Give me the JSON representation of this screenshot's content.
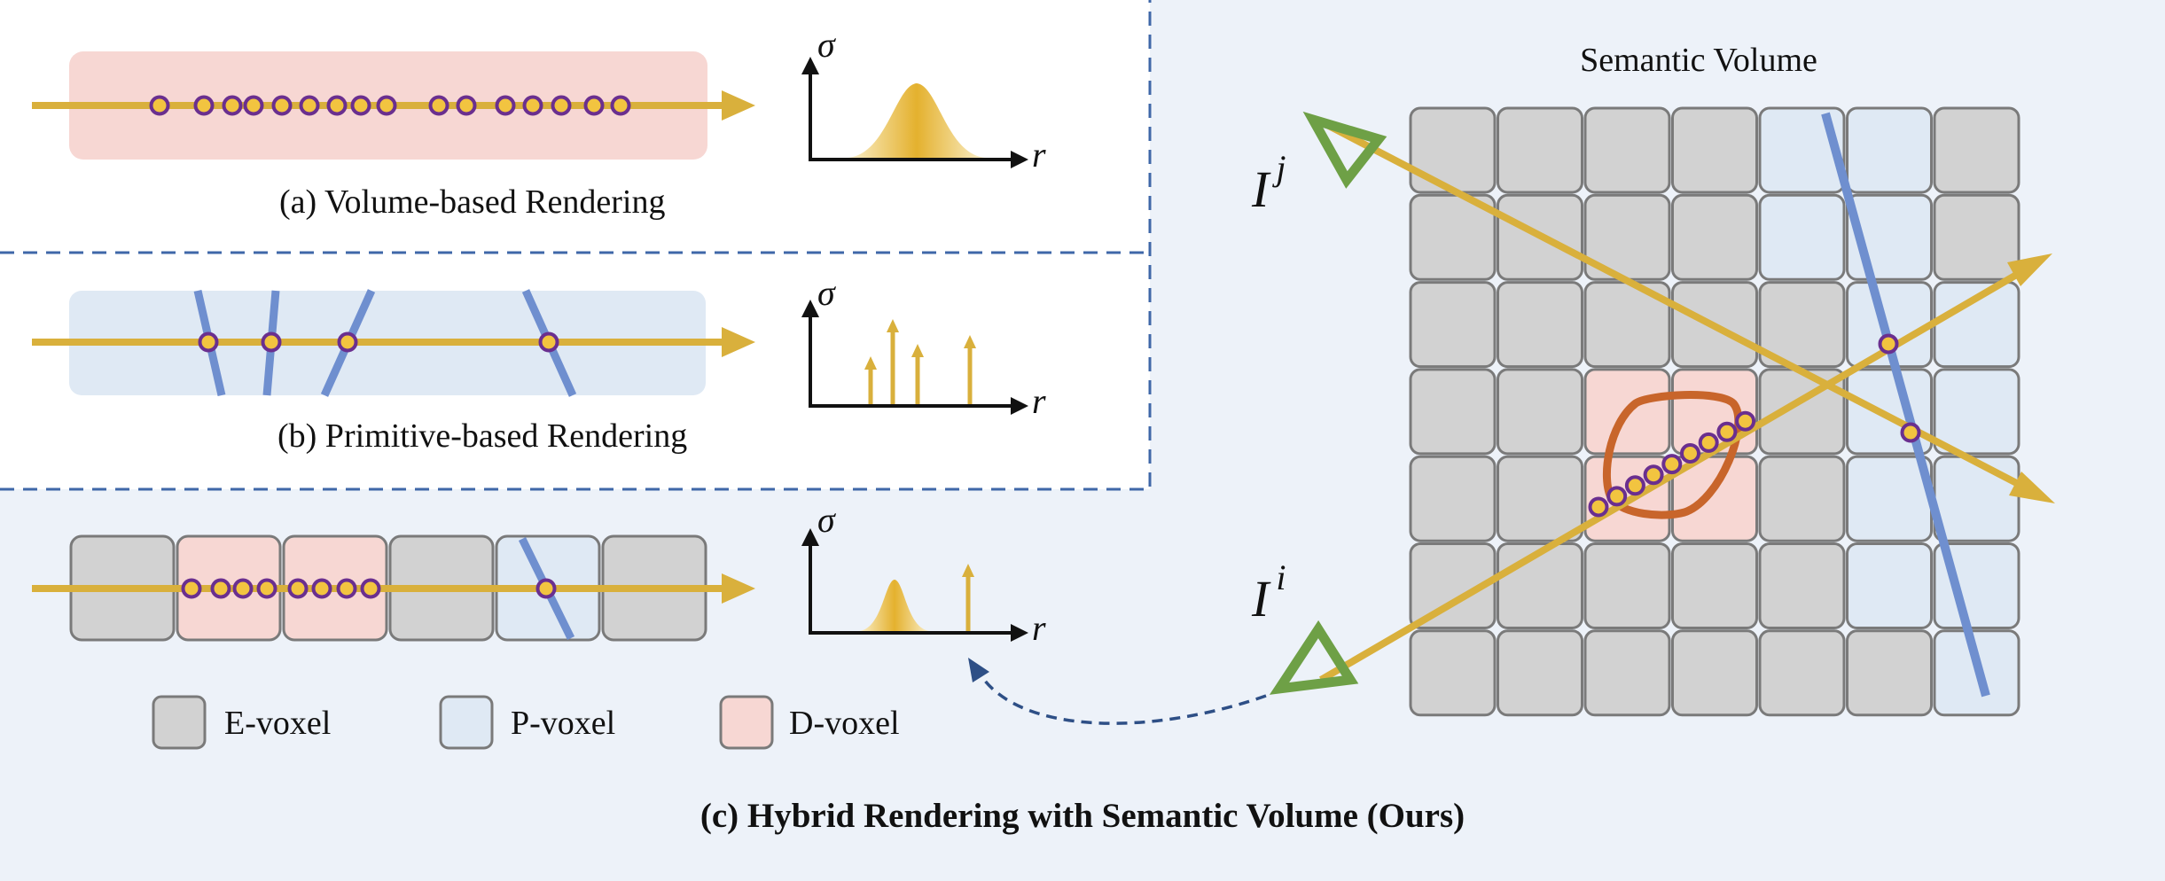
{
  "colors": {
    "ray": "#D9B03C",
    "sample_stroke": "#6A2F8F",
    "sample_fill": "#F2C440",
    "primitive": "#6F8FCF",
    "e_voxel": "#D2D2D2",
    "p_voxel": "#DFE9F4",
    "d_voxel": "#F7D7D3",
    "panel_bg": "#EDF2F9",
    "camera": "#6EA046",
    "object": "#C8652B",
    "dashed_border": "#3F67A8"
  },
  "panels": {
    "a": {
      "caption": "(a) Volume-based Rendering",
      "axis_y": "σ",
      "axis_x": "r"
    },
    "b": {
      "caption": "(b) Primitive-based Rendering",
      "axis_y": "σ",
      "axis_x": "r"
    },
    "c": {
      "caption": "(c) Hybrid Rendering with Semantic Volume (Ours)",
      "axis_y": "σ",
      "axis_x": "r"
    }
  },
  "legend": [
    {
      "label": "E-voxel",
      "color_key": "e_voxel"
    },
    {
      "label": "P-voxel",
      "color_key": "p_voxel"
    },
    {
      "label": "D-voxel",
      "color_key": "d_voxel"
    }
  ],
  "volume": {
    "title": "Semantic Volume",
    "camera_top": {
      "label": "I",
      "sup": "j"
    },
    "camera_bottom": {
      "label": "I",
      "sup": "i"
    }
  },
  "icons": [
    "camera-frustum-icon",
    "ray-arrow-icon",
    "sample-point-icon",
    "primitive-plane-icon"
  ]
}
